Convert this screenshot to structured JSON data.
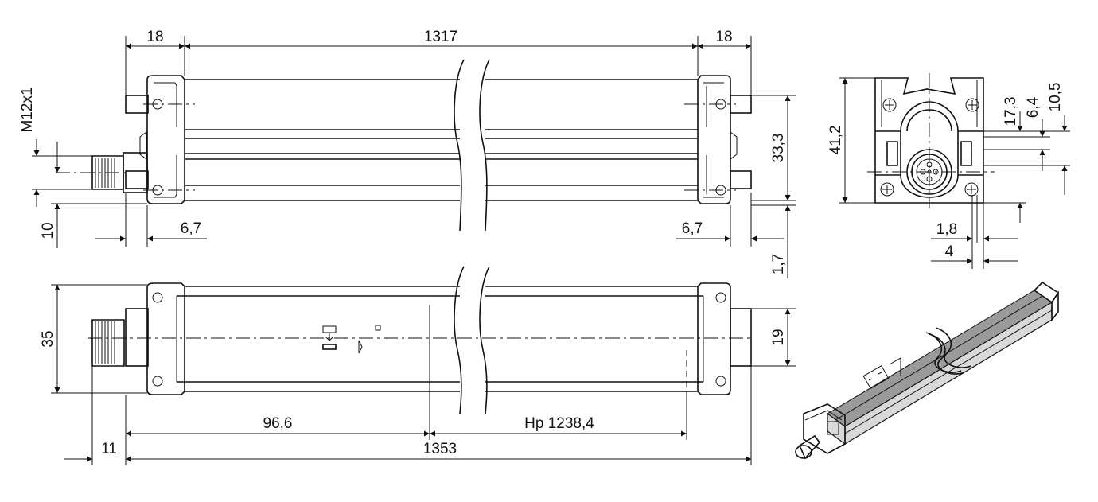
{
  "dimensions": {
    "end_cap_left": "18",
    "overall_body": "1317",
    "end_cap_right": "18",
    "connector_thread": "M12x1",
    "connector_offset": "10",
    "body_height_top": "33,3",
    "offset_left": "6,7",
    "offset_right": "6,7",
    "bottom_gap": "1,7",
    "profile_height": "41,2",
    "profile_a": "17,3",
    "profile_b": "6,4",
    "profile_c": "10,5",
    "profile_d": "1,8",
    "profile_e": "4",
    "width_side": "35",
    "right_height": "19",
    "first_beam": "96,6",
    "protective_height": "Hp 1238,4",
    "total_length": "1353",
    "connector_length": "11"
  }
}
